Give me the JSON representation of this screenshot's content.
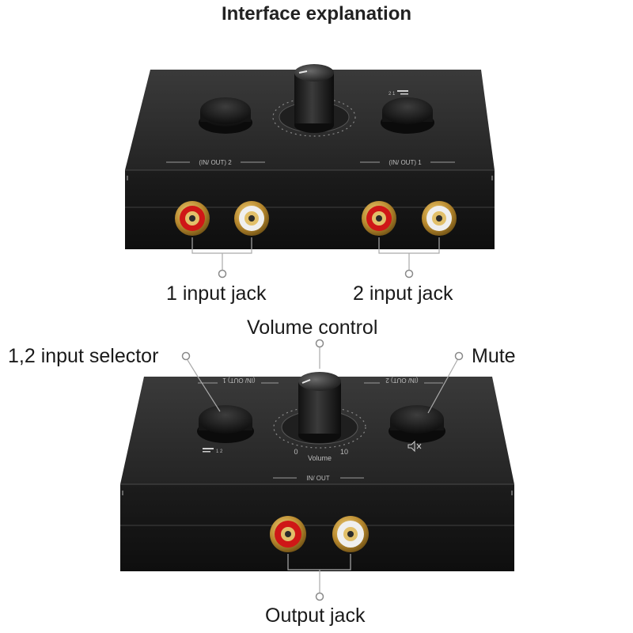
{
  "title": "Interface explanation",
  "top_device": {
    "panel_left": "(IN/ OUT) 2",
    "panel_right": "(IN/ OUT) 1",
    "selector_marks": "2 1"
  },
  "bottom_device": {
    "panel_left": "(IN/ OUT) 1",
    "panel_right": "(IN/ OUT) 2",
    "panel_bottom": "IN/ OUT",
    "selector_marks": "1 2",
    "volume_min": "0",
    "volume_max": "10",
    "volume_caption": "Volume"
  },
  "labels": {
    "input_jack_1": "1 input jack",
    "input_jack_2": "2 input jack",
    "volume_control": "Volume control",
    "input_selector": "1,2 input selector",
    "mute": "Mute",
    "output_jack": "Output jack"
  }
}
